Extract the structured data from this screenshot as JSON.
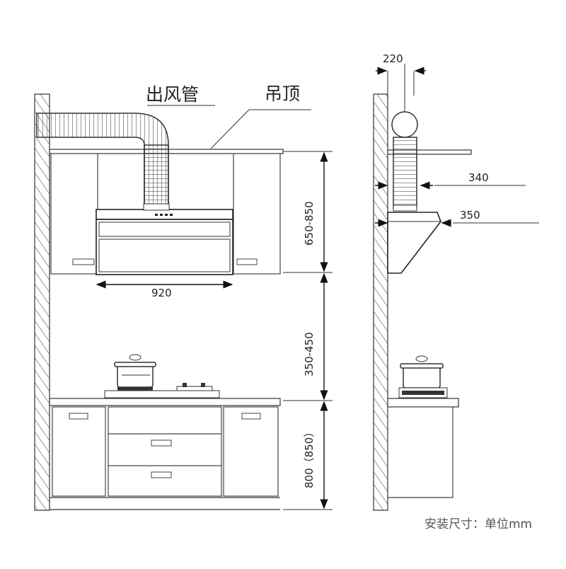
{
  "labels": {
    "duct": "出风管",
    "ceiling": "吊顶",
    "hood_width": "920",
    "hood_height_range": "650-850",
    "gap_range": "350-450",
    "counter_height": "800（850）",
    "duct_width": "220",
    "side_depth_1": "340",
    "side_depth_2": "350",
    "unit_note": "安装尺寸：单位mm"
  }
}
